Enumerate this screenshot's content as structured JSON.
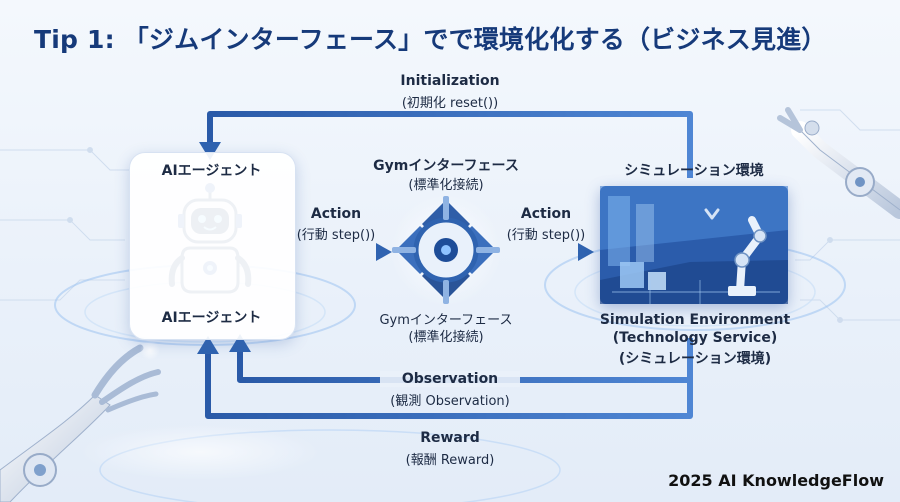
{
  "title": "Tip 1: 「ジムインターフェース」でで環境化化する（ビジネス見進）",
  "init": {
    "label": "Initialization",
    "sub": "(初期化 reset())"
  },
  "agent": {
    "title": "AIエージェント",
    "caption": "AIエージェント"
  },
  "action_left": {
    "label": "Action",
    "sub": "(行動 step())"
  },
  "gym_top": {
    "label": "Gymインターフェース",
    "sub": "(標準化接続)"
  },
  "gym_bottom": {
    "label": "Gymインターフェース",
    "sub": "(標準化接続)"
  },
  "action_right": {
    "label": "Action",
    "sub": "(行動 step())"
  },
  "sim": {
    "title": "シミュレーション環境",
    "caption1": "Simulation Environment",
    "caption2": "(Technology Service)",
    "caption3": "(シミュレーション環境)"
  },
  "observation": {
    "label": "Observation",
    "sub": "(観測 Observation)"
  },
  "reward": {
    "label": "Reward",
    "sub": "(報酬 Reward)"
  },
  "footer": "2025 AI KnowledgeFlow",
  "colors": {
    "arrow": "#2f63b0",
    "arrow_light": "#6e9bd8",
    "title": "#163a7a",
    "accent": "#3c7fd8"
  }
}
